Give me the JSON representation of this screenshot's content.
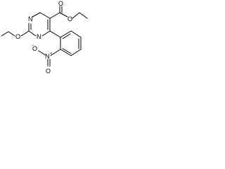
{
  "structure": {
    "atom_labels": {
      "ring_n_top": "N",
      "ring_n_bottom": "N",
      "ester_o_carbonyl": "O",
      "ester_o_ether": "O",
      "ethoxy_o": "O",
      "nitro_n": "N",
      "nitro_n_charge": "+",
      "nitro_o_single": "O",
      "nitro_o_charge": "−",
      "nitro_o_double": "O"
    }
  }
}
